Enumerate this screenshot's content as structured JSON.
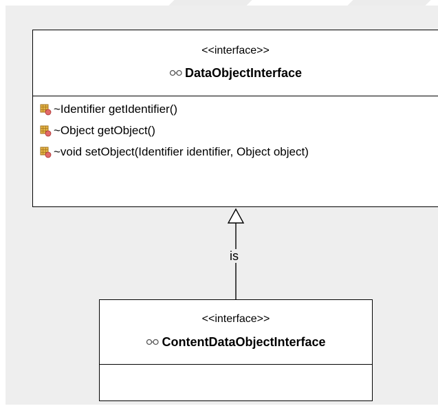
{
  "diagram": {
    "parent": {
      "stereotype": "<<interface>>",
      "name": "DataObjectInterface",
      "operations": [
        {
          "label": "~Identifier getIdentifier()"
        },
        {
          "label": "~Object getObject()"
        },
        {
          "label": "~void setObject(Identifier identifier, Object object)"
        }
      ]
    },
    "child": {
      "stereotype": "<<interface>>",
      "name": "ContentDataObjectInterface"
    },
    "relationship": {
      "label": "is"
    }
  }
}
